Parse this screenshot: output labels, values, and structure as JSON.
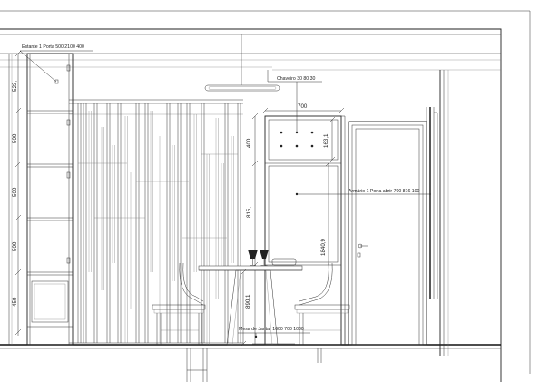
{
  "labels": {
    "estante": "Estante 1 Porta 500 2100 400",
    "chaveiro": "Chaveiro 30 80 30",
    "armario": "Armário 1 Porta abrir 700 816 100",
    "mesa": "Mesa de Jantar 1600 700 1000"
  },
  "dimensions": {
    "d523": "523,",
    "d500a": "500",
    "d500b": "500",
    "d500c": "500",
    "d450": "450",
    "d700": "700",
    "d400": "400",
    "d163": "163,1",
    "d815": "815,",
    "d1840": "1840,9",
    "d890": "890,1"
  }
}
